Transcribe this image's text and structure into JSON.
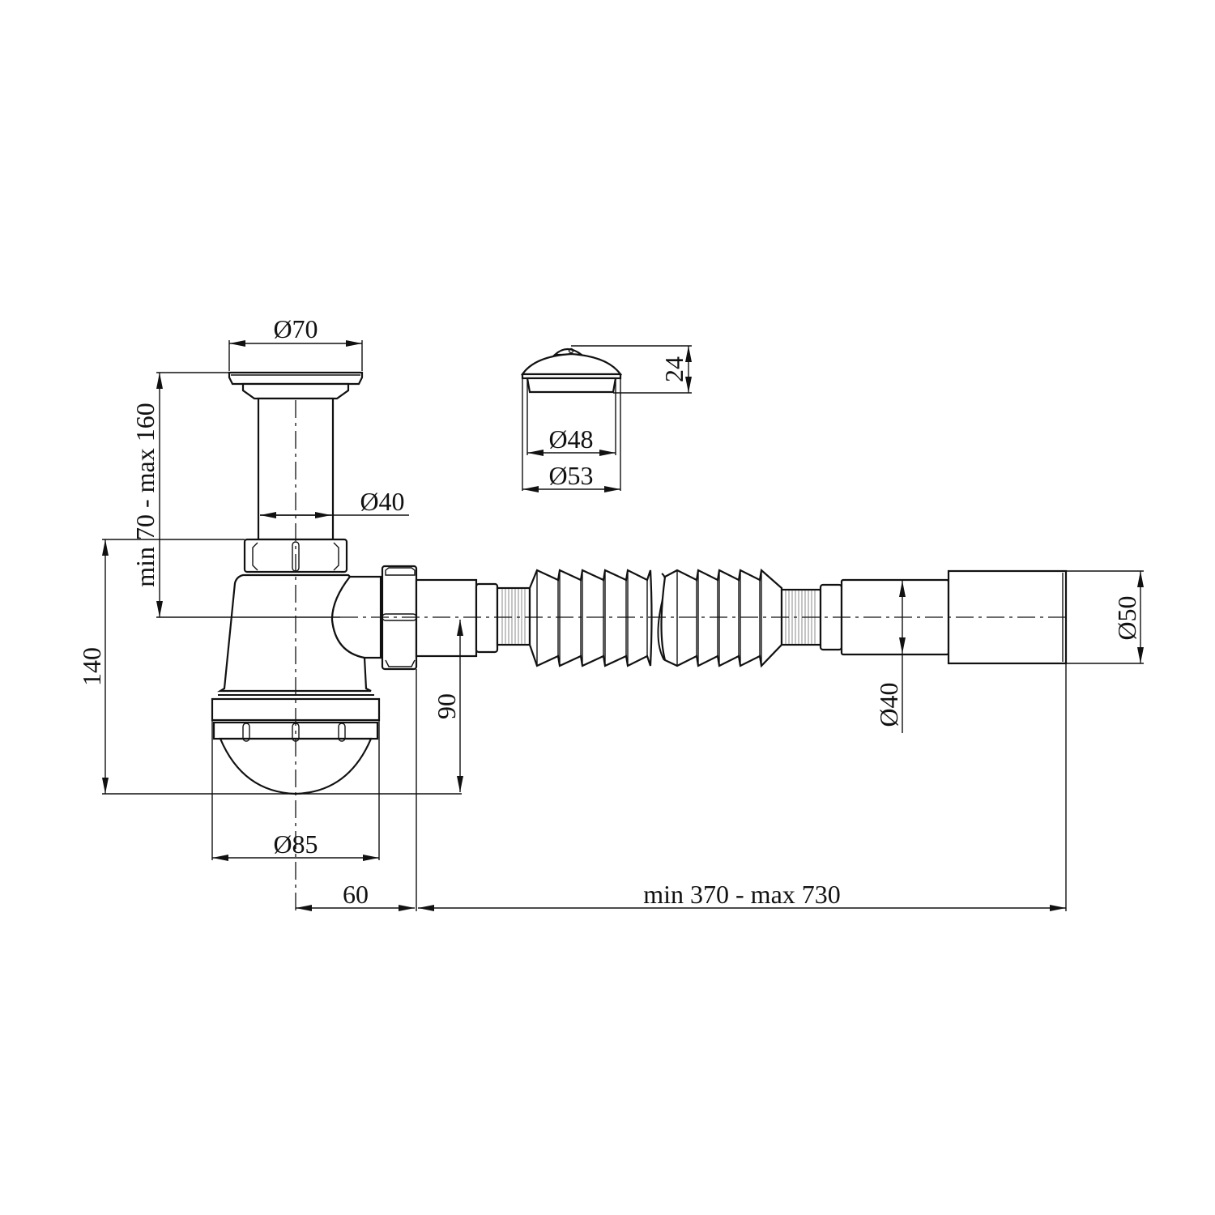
{
  "drawing": {
    "subject": "Sink siphon with flexible corrugated outlet pipe",
    "line_color": "#111111",
    "background": "#ffffff",
    "units": "mm"
  },
  "dimensions": {
    "plug_outer_diameter": "Ø70",
    "tailpiece_diameter": "Ø40",
    "tailpiece_length": "min 70 - max 160",
    "total_height": "140",
    "outlet_height": "90",
    "bowl_diameter": "Ø85",
    "outlet_offset": "60",
    "flex_length": "min 370 - max 730",
    "flex_inner_diameter": "Ø40",
    "flex_outer_diameter": "Ø50"
  },
  "stopper_detail": {
    "height": "24",
    "inner_diameter": "Ø48",
    "outer_diameter": "Ø53"
  }
}
